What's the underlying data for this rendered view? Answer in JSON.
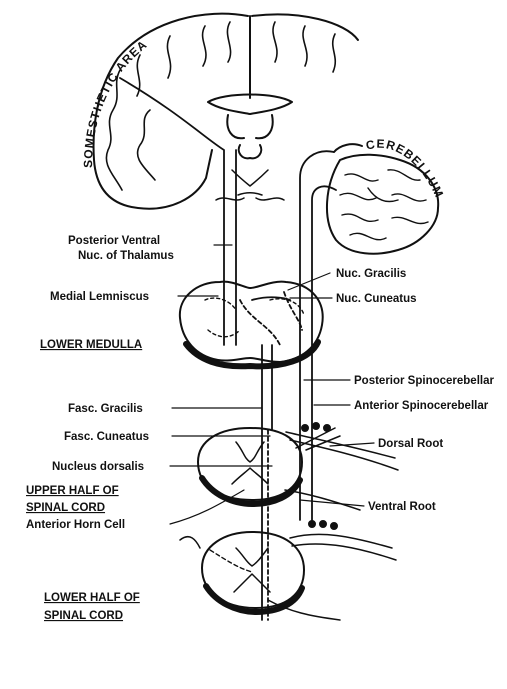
{
  "regions": {
    "somesthetic_area": "SOMESTHETIC AREA",
    "cerebellum": "CEREBELLUM"
  },
  "labels": {
    "posterior_ventral_1": "Posterior Ventral",
    "posterior_ventral_2": "Nuc. of Thalamus",
    "medial_lemniscus": "Medial Lemniscus",
    "nuc_gracilis": "Nuc. Gracilis",
    "nuc_cuneatus": "Nuc. Cuneatus",
    "lower_medulla": "LOWER MEDULLA",
    "posterior_spinocerebellar": "Posterior Spinocerebellar",
    "anterior_spinocerebellar": "Anterior Spinocerebellar",
    "fasc_gracilis": "Fasc. Gracilis",
    "fasc_cuneatus": "Fasc. Cuneatus",
    "dorsal_root": "Dorsal Root",
    "nucleus_dorsalis": "Nucleus dorsalis",
    "upper_half_1": "UPPER HALF OF",
    "upper_half_2": "SPINAL CORD",
    "ventral_root": "Ventral Root",
    "anterior_horn_cell": "Anterior Horn Cell",
    "lower_half_1": "LOWER HALF OF",
    "lower_half_2": "SPINAL CORD"
  },
  "colors": {
    "ink": "#111111",
    "paper": "#ffffff"
  }
}
